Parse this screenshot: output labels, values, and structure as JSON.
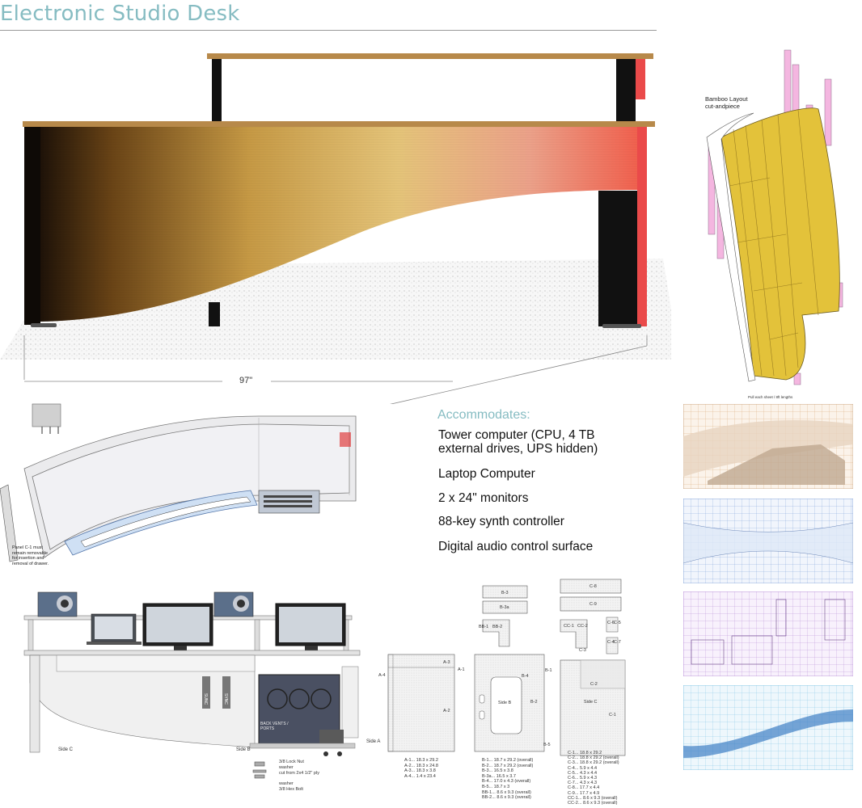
{
  "title": "Electronic Studio Desk",
  "dimension_label": "97\"",
  "bamboo_label": "Bamboo Layout\ncut-andpiece",
  "bamboo_note": "Pull each sheet / 8ft lengths",
  "panel_note": "Panel C-1 must remain removable for insertion and removal of drawer.",
  "accommodates": {
    "heading": "Accommodates:",
    "items": [
      "Tower computer (CPU, 4 TB external drives, UPS hidden)",
      "Laptop Computer",
      "2 x 24\" monitors",
      "88-key synth controller",
      "Digital audio control surface"
    ]
  },
  "elevation_labels": {
    "side_c": "Side C",
    "side_b": "Side B",
    "side_a": "Side A",
    "back_vents": "BACK VENTS / PORTS",
    "speaker_a": "SUNC",
    "speaker_b": "SYNC",
    "hardware": [
      "3/8 Lock Nut",
      "washer",
      "cut from 2x4 1/2\" ply",
      "washer",
      "3/8 Hex Bolt"
    ]
  },
  "part_labels": {
    "a_panel": [
      "A-3",
      "A-1",
      "A-4",
      "A-2"
    ],
    "b_panel": [
      "B-3",
      "B-3a",
      "BB-1",
      "BB-2",
      "B-4",
      "B-1",
      "B-2",
      "B-5",
      "Side B"
    ],
    "c_panel": [
      "C-8",
      "C-9",
      "CC-1",
      "CC-2",
      "C-4",
      "C-5",
      "C-6",
      "C-7",
      "C-3",
      "C-2",
      "C-1",
      "Side C"
    ]
  },
  "cut_lists": {
    "a": [
      "A-1... 18.3 x 29.2",
      "A-2... 18.3 x 24.8",
      "A-3... 18.3 x 3.8",
      "A-4... 1.4 x 23.4"
    ],
    "b": [
      "B-1... 18.7 x 29.2 (overall)",
      "B-2... 18.7 x 29.2 (overall)",
      "B-3... 16.5 x 3.8",
      "B-3a... 16.5 x 3.7",
      "B-4... 17.0 x 4.3 (overall)",
      "B-5... 18.7 x 3",
      "BB-1... 8.6 x 9.3 (overall)",
      "BB-2... 8.6 x 9.3 (overall)"
    ],
    "c": [
      "C-1... 18.8 x 29.2",
      "C-2... 18.8 x 29.2 (overall)",
      "C-3... 18.8 x 29.2 (overall)",
      "C-4... 5.9 x 4.4",
      "C-5... 4.3 x 4.4",
      "C-6... 5.9 x 4.3",
      "C-7... 4.3 x 4.3",
      "C-8... 17.7 x 4.4",
      "C-9... 17.7 x 4.9",
      "CC-1... 8.6 x 9.3 (overall)",
      "CC-2... 8.6 x 9.3 (overall)"
    ]
  },
  "colors": {
    "title": "#86bcc2",
    "bamboo": "#e3c23a",
    "pink": "#f4b6e0",
    "sheet_orange": "#d9a877",
    "sheet_blue": "#7fa0d8",
    "sheet_purple": "#b58ad6",
    "sheet_cyan": "#7fc4e4"
  }
}
